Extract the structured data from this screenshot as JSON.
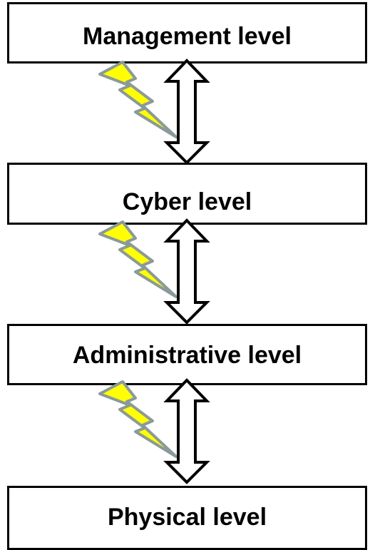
{
  "levels": [
    {
      "label": "Management level"
    },
    {
      "label": "Cyber level"
    },
    {
      "label": "Administrative level"
    },
    {
      "label": "Physical level"
    }
  ],
  "colors": {
    "box_border": "#000000",
    "box_fill": "#ffffff",
    "arrow_stroke": "#000000",
    "arrow_fill": "#ffffff",
    "bolt_fill": "#ffff00",
    "bolt_stroke": "#8a9a9a"
  },
  "icons": {
    "connector_arrow": "double-headed-vertical-arrow",
    "attack": "lightning-bolt"
  }
}
